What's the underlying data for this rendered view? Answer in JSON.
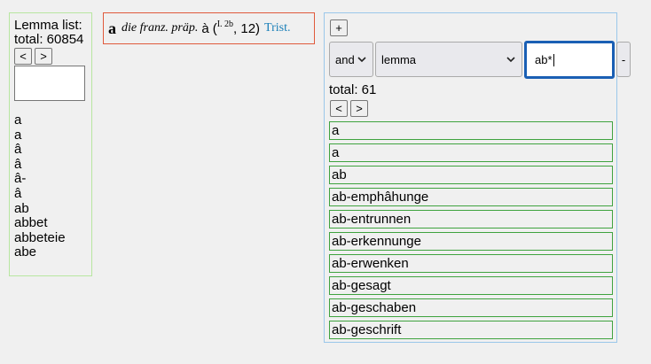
{
  "lemma_panel": {
    "title": "Lemma list:",
    "total": "total: 60854",
    "prev_label": "<",
    "next_label": ">",
    "filter_value": "",
    "items": [
      "a",
      "a",
      "â",
      "â",
      "â-",
      "â",
      "ab",
      "abbet",
      "abbeteie",
      "abe"
    ]
  },
  "entry": {
    "headword": "a",
    "definition": "die franz. präp.",
    "word": "à",
    "ref_open": "(",
    "ref_sup": "I. 2b",
    "ref_rest": ", 12)",
    "source": "Trist.",
    "source_color": "#1a7fb8"
  },
  "search": {
    "add_label": "+",
    "bool_selected": "and",
    "field_selected": "lemma",
    "query_value": "ab*",
    "remove_label": "-",
    "total": "total: 61",
    "prev_label": "<",
    "next_label": ">",
    "results": [
      "a",
      "a",
      "ab",
      "ab-emphâhunge",
      "ab-entrunnen",
      "ab-erkennunge",
      "ab-erwenken",
      "ab-gesagt",
      "ab-geschaben",
      "ab-geschrift"
    ]
  }
}
